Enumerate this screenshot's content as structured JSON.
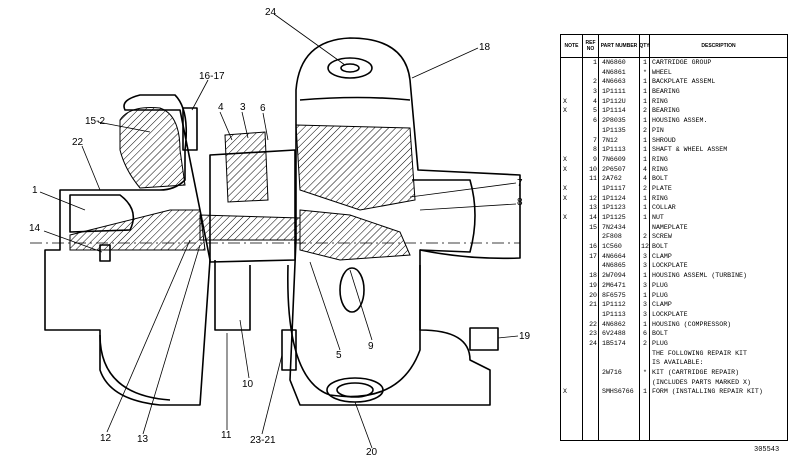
{
  "callouts": {
    "c24": "24",
    "c18": "18",
    "c16_17": "16-17",
    "c15_2": "15-2",
    "c4": "4",
    "c3": "3",
    "c6": "6",
    "c22": "22",
    "c1": "1",
    "c14": "14",
    "c7": "7",
    "c8": "8",
    "c19": "19",
    "c9": "9",
    "c5": "5",
    "c10": "10",
    "c12": "12",
    "c13": "13",
    "c11": "11",
    "c23_21": "23-21",
    "c20": "20"
  },
  "table": {
    "headers": {
      "note": "NOTE",
      "ref": "REF NO",
      "part": "PART NUMBER",
      "qty": "QTY",
      "desc": "DESCRIPTION"
    },
    "rows": [
      {
        "note": "",
        "ref": "1",
        "part": "4N6860",
        "qty": "1",
        "desc": "CARTRIDGE GROUP"
      },
      {
        "note": "",
        "ref": "",
        "part": "4N6861",
        "qty": "*",
        "desc": "WHEEL"
      },
      {
        "note": "",
        "ref": "2",
        "part": "4N6663",
        "qty": "1",
        "desc": "BACKPLATE ASSEML"
      },
      {
        "note": "",
        "ref": "3",
        "part": "1P1111",
        "qty": "1",
        "desc": "BEARING"
      },
      {
        "note": "X",
        "ref": "4",
        "part": "1P112U",
        "qty": "1",
        "desc": "RING"
      },
      {
        "note": "X",
        "ref": "5",
        "part": "1P1114",
        "qty": "2",
        "desc": "BEARING"
      },
      {
        "note": "",
        "ref": "6",
        "part": "2P8035",
        "qty": "1",
        "desc": "HOUSING ASSEM."
      },
      {
        "note": "",
        "ref": "",
        "part": "1P1135",
        "qty": "2",
        "desc": "PIN"
      },
      {
        "note": "",
        "ref": "7",
        "part": "7N12",
        "qty": "1",
        "desc": "SHROUD"
      },
      {
        "note": "",
        "ref": "8",
        "part": "1P1113",
        "qty": "1",
        "desc": "SHAFT & WHEEL ASSEM"
      },
      {
        "note": "X",
        "ref": "9",
        "part": "7N6609",
        "qty": "1",
        "desc": "RING"
      },
      {
        "note": "X",
        "ref": "10",
        "part": "2P6507",
        "qty": "4",
        "desc": "RING"
      },
      {
        "note": "",
        "ref": "11",
        "part": "2A762",
        "qty": "4",
        "desc": "BOLT"
      },
      {
        "note": "X",
        "ref": "",
        "part": "1P1117",
        "qty": "2",
        "desc": "PLATE"
      },
      {
        "note": "X",
        "ref": "12",
        "part": "1P1124",
        "qty": "1",
        "desc": "RING"
      },
      {
        "note": "",
        "ref": "13",
        "part": "1P1123",
        "qty": "1",
        "desc": "COLLAR"
      },
      {
        "note": "X",
        "ref": "14",
        "part": "1P1125",
        "qty": "1",
        "desc": "NUT"
      },
      {
        "note": "",
        "ref": "15",
        "part": "7N2434",
        "qty": "",
        "desc": "NAMEPLATE"
      },
      {
        "note": "",
        "ref": "",
        "part": "2F808",
        "qty": "2",
        "desc": "SCREW"
      },
      {
        "note": "",
        "ref": "16",
        "part": "1C560",
        "qty": "12",
        "desc": "BOLT"
      },
      {
        "note": "",
        "ref": "17",
        "part": "4N6664",
        "qty": "3",
        "desc": "CLAMP"
      },
      {
        "note": "",
        "ref": "",
        "part": "4N6865",
        "qty": "3",
        "desc": "LOCKPLATE"
      },
      {
        "note": "",
        "ref": "18",
        "part": "2W7094",
        "qty": "1",
        "desc": "HOUSING ASSEML (TURBINE)"
      },
      {
        "note": "",
        "ref": "19",
        "part": "2M6471",
        "qty": "3",
        "desc": "PLUG"
      },
      {
        "note": "",
        "ref": "20",
        "part": "8F6575",
        "qty": "1",
        "desc": "PLUG"
      },
      {
        "note": "",
        "ref": "21",
        "part": "1P1112",
        "qty": "3",
        "desc": "CLAMP"
      },
      {
        "note": "",
        "ref": "",
        "part": "1P1113",
        "qty": "3",
        "desc": "LOCKPLATE"
      },
      {
        "note": "",
        "ref": "22",
        "part": "4N6862",
        "qty": "1",
        "desc": "HOUSING (COMPRESSOR)"
      },
      {
        "note": "",
        "ref": "23",
        "part": "6V2488",
        "qty": "6",
        "desc": "BOLT"
      },
      {
        "note": "",
        "ref": "24",
        "part": "1B5174",
        "qty": "2",
        "desc": "PLUG"
      },
      {
        "note": "",
        "ref": "",
        "part": "",
        "qty": "",
        "desc": "THE FOLLOWING REPAIR KIT"
      },
      {
        "note": "",
        "ref": "",
        "part": "",
        "qty": "",
        "desc": "IS AVAILABLE:"
      },
      {
        "note": "",
        "ref": "",
        "part": "2W716",
        "qty": "*",
        "desc": "KIT (CARTRIDGE REPAIR)"
      },
      {
        "note": "",
        "ref": "",
        "part": "",
        "qty": "",
        "desc": "(INCLUDES PARTS MARKED X)"
      },
      {
        "note": "X",
        "ref": "",
        "part": "SMHS6766",
        "qty": "1",
        "desc": "FORM (INSTALLING REPAIR KIT)"
      }
    ]
  },
  "drawing_number": "305543"
}
